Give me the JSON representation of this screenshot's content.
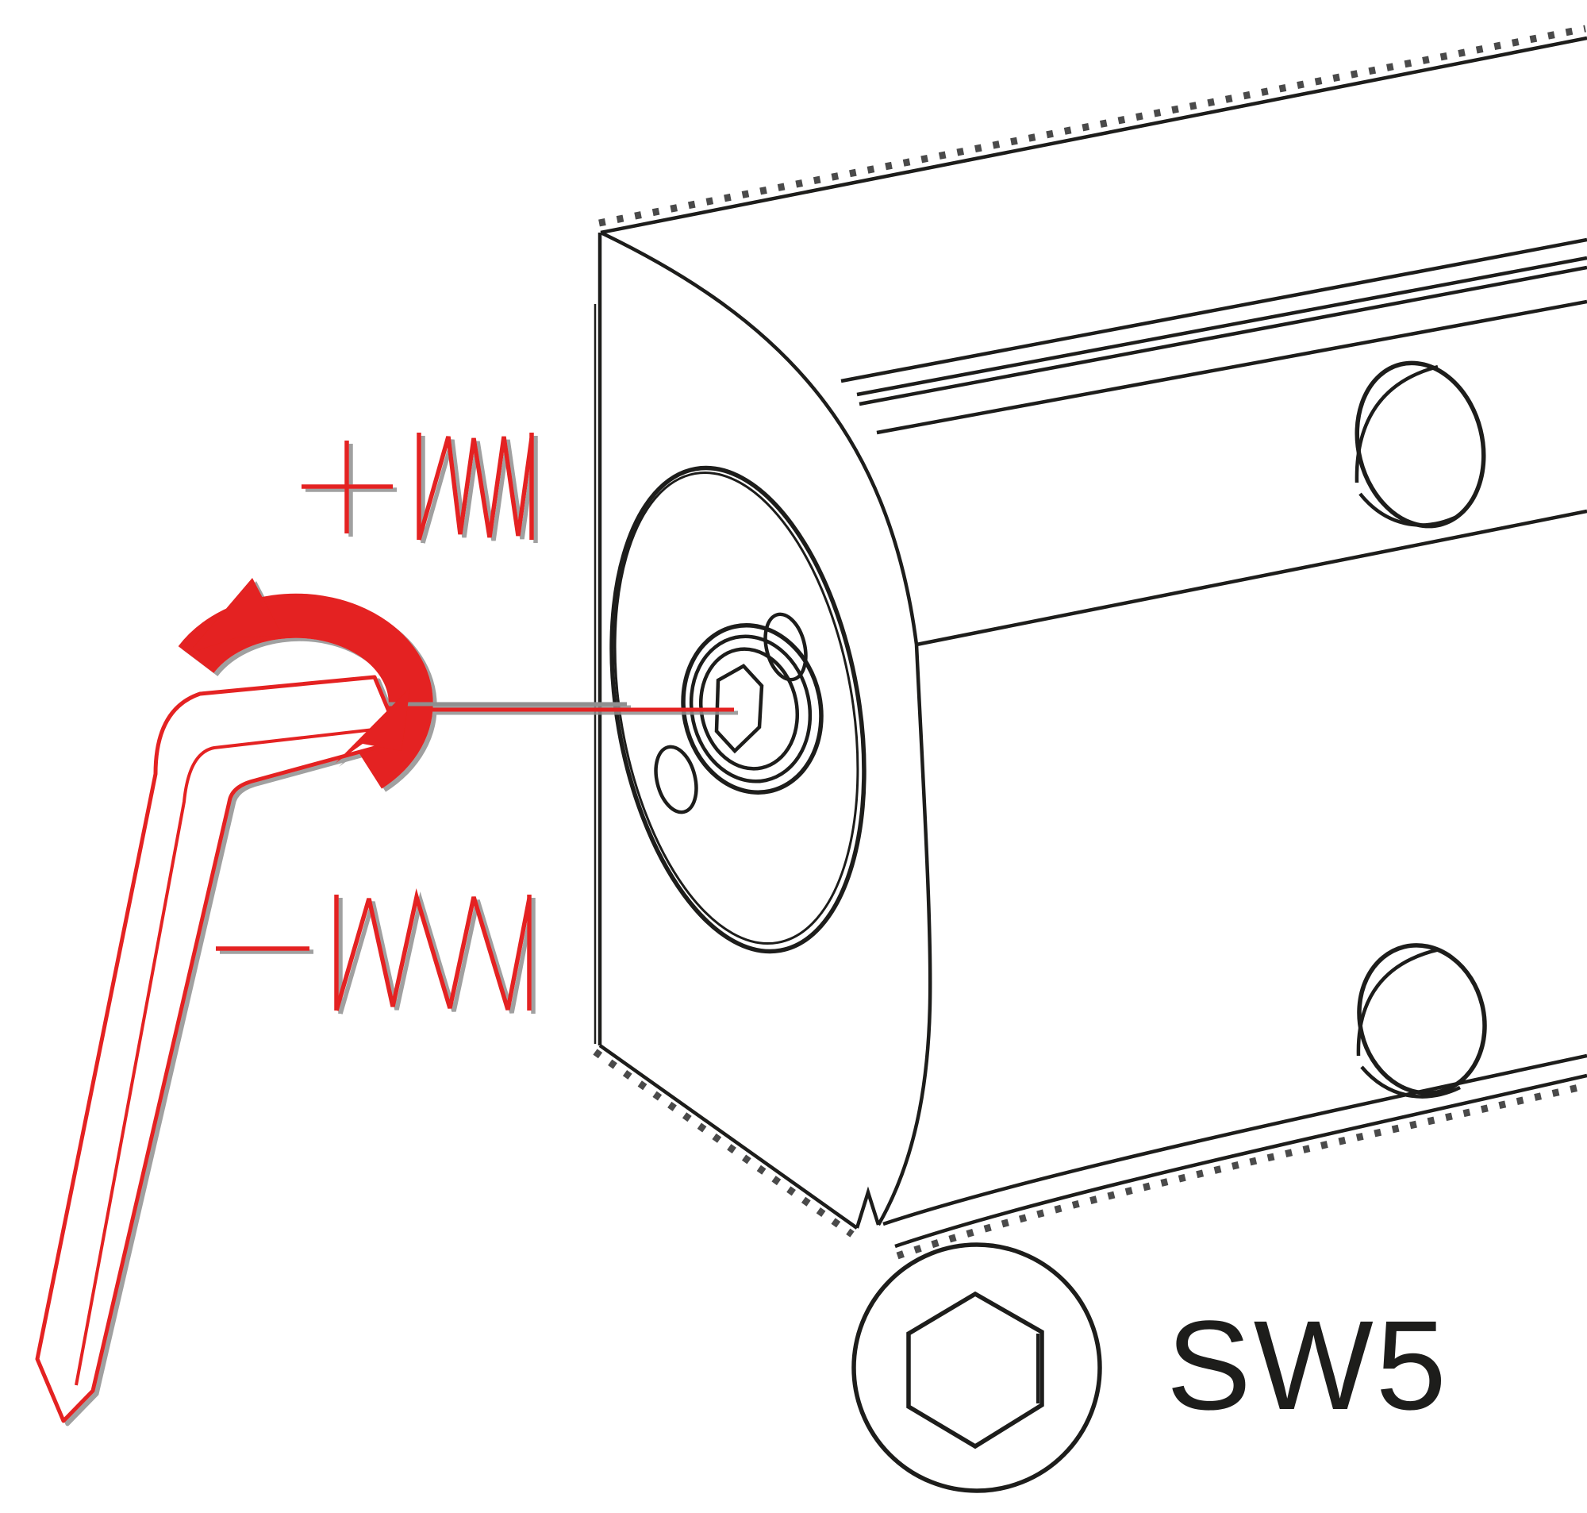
{
  "figure": {
    "kind": "technical-instruction-diagram",
    "labels": {
      "tool_size": "SW5",
      "plus_symbol": "+",
      "minus_symbol": "−"
    },
    "icons": {
      "plus": "plus-icon",
      "minus": "minus-icon",
      "compressed_spring": "compressed-spring-icon",
      "extended_spring": "extended-spring-icon",
      "tool": "allen-key",
      "rotation": "rotation-arrow-icon",
      "socket": "hex-socket-icon",
      "device": "door-closer-body"
    },
    "colors": {
      "accent": "#e42320",
      "ink": "#1d1d1b",
      "echo": "#8f8f8f",
      "background": "#ffffff"
    }
  }
}
